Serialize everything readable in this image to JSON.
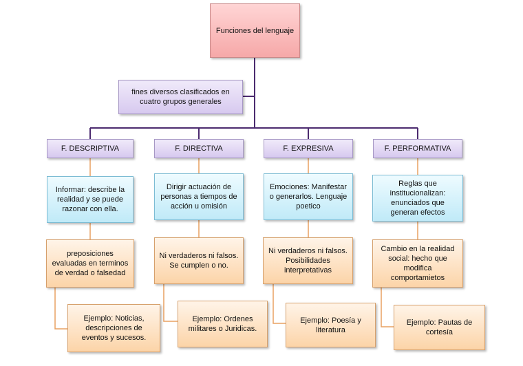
{
  "root": "Funciones del lenguaje",
  "subtitle": "fines diversos clasificados en cuatro grupos generales",
  "branches": [
    {
      "title": "F. DESCRIPTIVA",
      "definition": "Informar: describe la realidad y se puede razonar con ella.",
      "condition": "preposiciones evaluadas en terminos de verdad o falsedad",
      "example": "Ejemplo: Noticias, descripciones de eventos y sucesos."
    },
    {
      "title": "F.  DIRECTIVA",
      "definition": "Dirigir actuación de personas a tiempos de acción u omisión",
      "condition": "Ni verdaderos ni falsos. Se cumplen o no.",
      "example": "Ejemplo: Ordenes militares o Juridicas."
    },
    {
      "title": "F. EXPRESIVA",
      "definition": "Emociones: Manifestar o generarlos.  Lenguaje poetico",
      "condition": "Ni verdaderos ni falsos. Posibilidades interpretativas",
      "example": "Ejemplo: Poesía y literatura"
    },
    {
      "title": "F. PERFORMATIVA",
      "definition": "Reglas que institucionalizan: enunciados que generan efectos",
      "condition": "Cambio en la realidad social: hecho que modifica comportamietos",
      "example": "Ejemplo: Pautas de cortesía"
    }
  ],
  "colors": {
    "root": "#f6a8a8",
    "category": "#d7c9ef",
    "definition": "#c0eaf8",
    "detail": "#fcd4a8",
    "connector": "#4b2a6f"
  }
}
